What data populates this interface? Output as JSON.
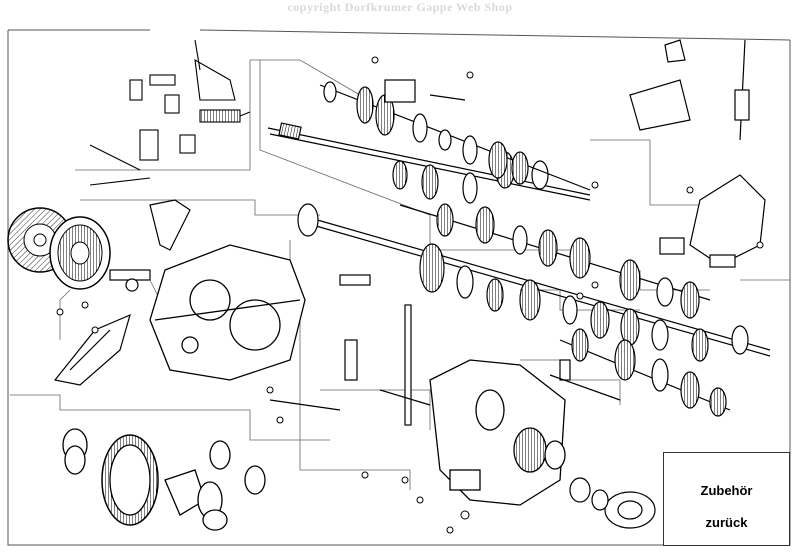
{
  "watermark": "copyright Dorfkrumer Gappe   Web Shop",
  "navigation": {
    "accessories_label": "Zubehör",
    "back_label": "zurück"
  }
}
